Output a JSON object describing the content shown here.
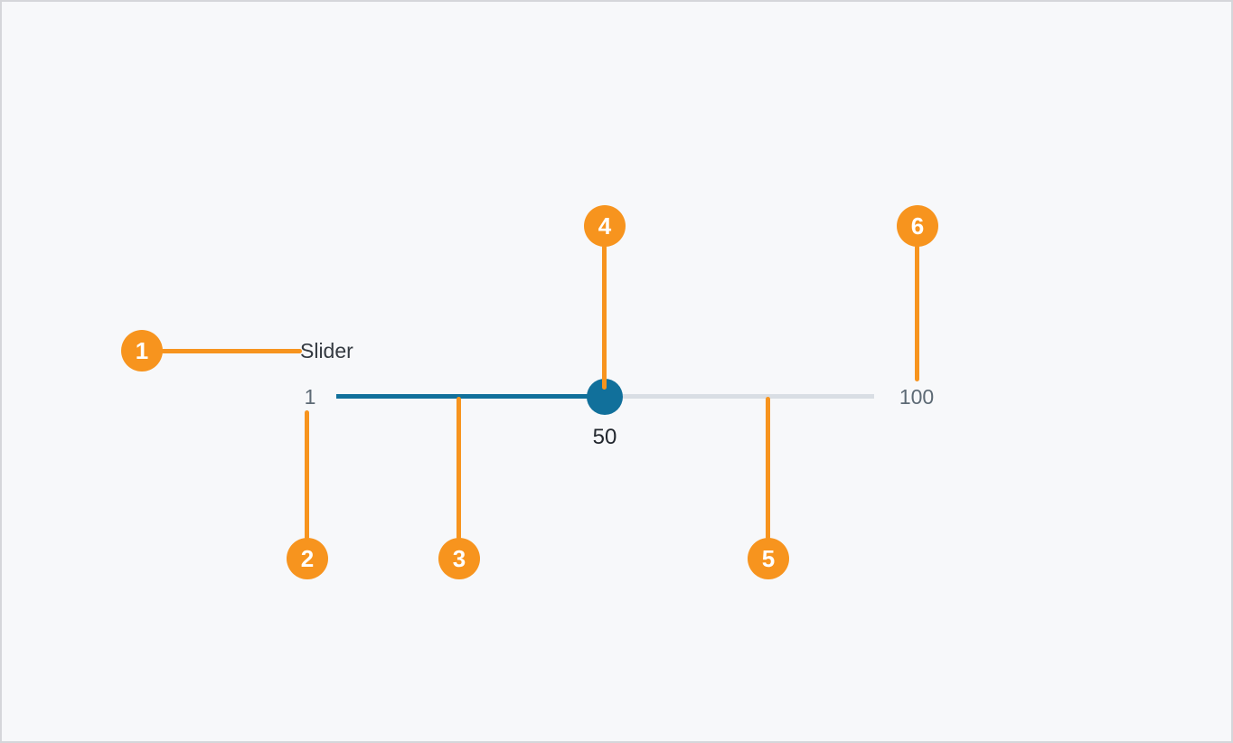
{
  "page": {
    "background": "#F7F8FA",
    "border_color": "#D5D6DA"
  },
  "colors": {
    "annotation": "#F7941E",
    "track_filled": "#11709B",
    "track_empty": "#D9DEE4",
    "handle": "#11709B",
    "label": "#343A41",
    "range_label": "#5D6A75",
    "value_label": "#22272E",
    "page_bg": "#F7F8FA",
    "page_border": "#D5D6DA"
  },
  "slider": {
    "label": "Slider",
    "min_label": "1",
    "max_label": "100",
    "value_label": "50"
  },
  "annotations": [
    {
      "number": "1"
    },
    {
      "number": "2"
    },
    {
      "number": "3"
    },
    {
      "number": "4"
    },
    {
      "number": "5"
    },
    {
      "number": "6"
    }
  ]
}
